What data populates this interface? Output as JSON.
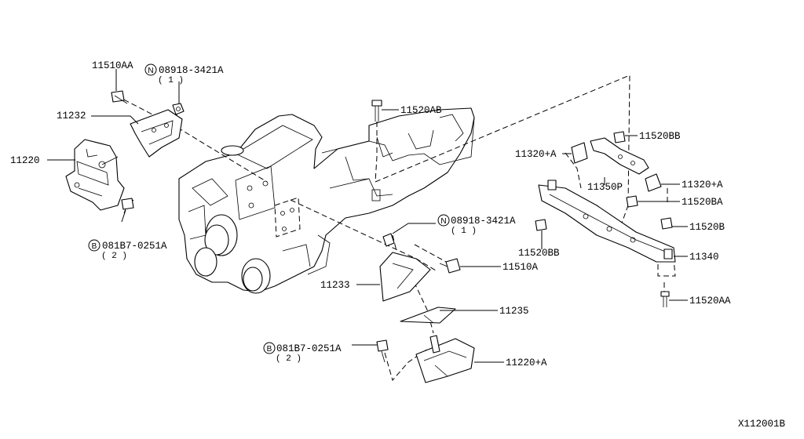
{
  "labels": {
    "p11510AA": "11510AA",
    "p08918_top": "08918-3421A",
    "p08918_top_qty": "( 1 )",
    "p11232": "11232",
    "p11220": "11220",
    "p081B7_left": "081B7-0251A",
    "p081B7_left_qty": "( 2 )",
    "p11520AB": "11520AB",
    "p11520BB_top": "11520BB",
    "p11320A_left": "11320+A",
    "p11320A_right": "11320+A",
    "p11350P": "11350P",
    "p11520BA": "11520BA",
    "p11520B": "11520B",
    "p11520BB_bottom": "11520BB",
    "p11340": "11340",
    "p11520AA": "11520AA",
    "p08918_mid": "08918-3421A",
    "p08918_mid_qty": "( 1 )",
    "p11510A": "11510A",
    "p11233": "11233",
    "p11235": "11235",
    "p081B7_bottom": "081B7-0251A",
    "p081B7_bottom_qty": "( 2 )",
    "p11220A": "11220+A",
    "diagram_id": "X112001B"
  },
  "badges": {
    "nut_symbol": "N",
    "bolt_symbol": "B"
  }
}
